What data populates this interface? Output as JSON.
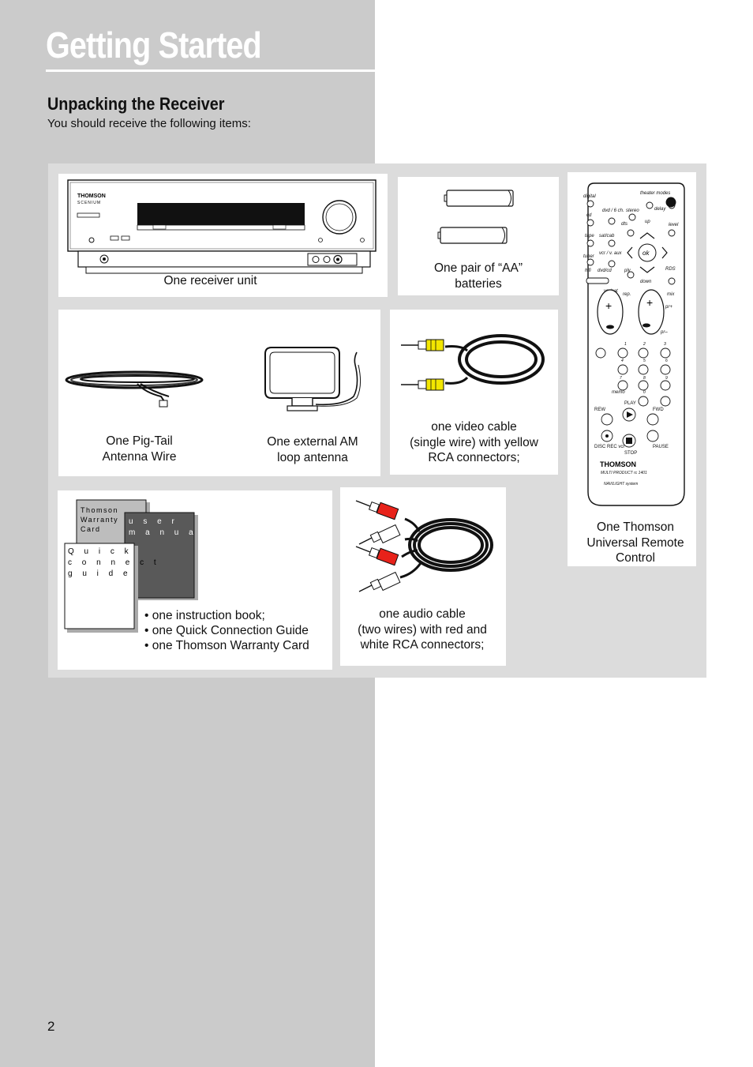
{
  "page": {
    "title": "Getting Started",
    "page_number": "2"
  },
  "section": {
    "heading": "Unpacking the Receiver",
    "intro": "You should receive the following items:"
  },
  "items": {
    "receiver": {
      "caption": "One receiver unit",
      "brand": "THOMSON",
      "model": "SCENIUM"
    },
    "batteries": {
      "caption_line1": "One pair of “AA”",
      "caption_line2": "batteries"
    },
    "pigtail_antenna": {
      "caption_line1": "One Pig-Tail",
      "caption_line2": "Antenna Wire"
    },
    "am_antenna": {
      "caption_line1": "One external AM",
      "caption_line2": "loop antenna"
    },
    "video_cable": {
      "caption_line1": "one video cable",
      "caption_line2": "(single wire) with yellow",
      "caption_line3": "RCA connectors;"
    },
    "remote": {
      "caption_line1": "One Thomson",
      "caption_line2": "Universal Remote",
      "caption_line3": "Control",
      "brand": "THOMSON",
      "buttons": {
        "digital": "digital",
        "theater_modes": "theater modes",
        "dvd_6ch": "dvd / 6 ch.",
        "cd": "cd",
        "stereo": "stereo",
        "delay": "delay",
        "tape": "tape",
        "sat_cab": "sat/cab",
        "dts": "dts",
        "up": "up",
        "level": "level",
        "vcr_v_aux": "vcr / v. aux",
        "tuner": "tuner",
        "ok": "ok",
        "rds": "RDS",
        "hifi": "hifi",
        "dvd_cd": "dvd/cd",
        "ply": "ply",
        "down": "down",
        "vcr_sat": "vcr/sat",
        "rep": "rep.",
        "mix": "mix",
        "pr_plus": "pr+",
        "pr_minus": "pr–",
        "memo": "memo",
        "play": "PLAY",
        "rew": "REW",
        "fwd": "FWD",
        "disc_rec": "DISC REC vcr",
        "stop": "STOP",
        "pause": "PAUSE",
        "multi_product": "MULTI PRODUCT rc 1401",
        "navilight": "NAVILIGHT system",
        "digits": [
          "1",
          "2",
          "3",
          "4",
          "5",
          "6",
          "7",
          "8",
          "9",
          "0"
        ]
      }
    },
    "documents": {
      "warranty_card": [
        "Thomson",
        "Warranty",
        "Card"
      ],
      "user_manual": [
        "u s e r",
        "m a n u a l"
      ],
      "quick_guide": [
        "Q u i c k",
        "c o n n e c t",
        "g u i d e"
      ],
      "bullets": [
        "one instruction book;",
        "one Quick Connection Guide",
        "one Thomson Warranty Card"
      ]
    },
    "audio_cable": {
      "caption_line1": "one audio cable",
      "caption_line2": "(two wires) with red and",
      "caption_line3": "white RCA connectors;"
    }
  },
  "colors": {
    "band_gray": "#cbcbcb",
    "panel_gray": "#dcdcdc",
    "rca_yellow": "#f2e600",
    "rca_red": "#e8221a"
  }
}
